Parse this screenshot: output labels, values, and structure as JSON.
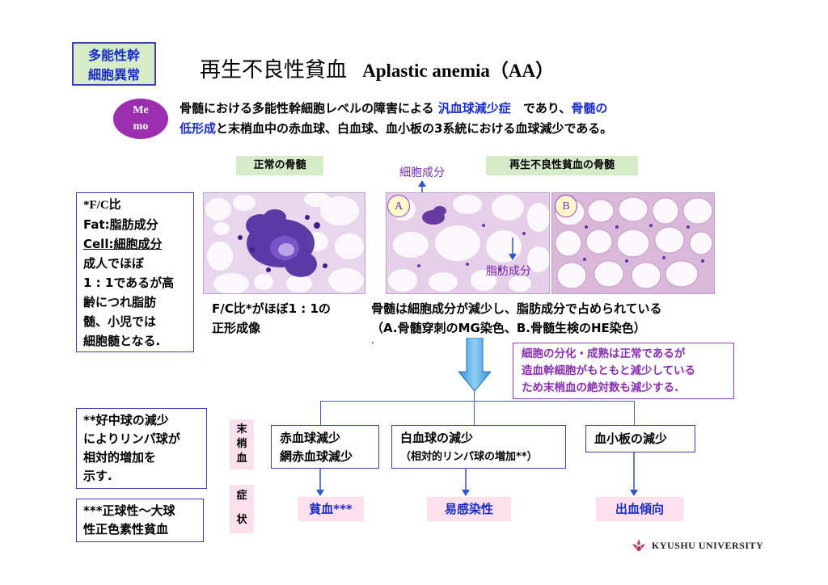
{
  "corner_tag": {
    "line1": "多能性幹",
    "line2": "細胞異常"
  },
  "title": {
    "jp": "再生不良性貧血",
    "en": "Aplastic anemia（AA）"
  },
  "memo": {
    "line1": "Me",
    "line2": "mo"
  },
  "intro": {
    "p1": "骨髄における多能性幹細胞レベルの障害による",
    "h1": "汎血球減少症",
    "p2": "であり、",
    "h2": "骨髄の",
    "h3": "低形成",
    "p3": "と末梢血中の赤血球、白血球、血小板の3系統における血球減少である。"
  },
  "labels": {
    "normal": "正常の骨髄",
    "aa": "再生不良性貧血の骨髄",
    "cell_comp": "細胞成分",
    "fat_comp": "脂肪成分",
    "a": "A",
    "b": "B"
  },
  "note_fc": {
    "l1": "*F/C比",
    "l2": "Fat:脂肪成分",
    "l3": "Cell:細胞成分",
    "l4": "成人でほぼ",
    "l5": "1 : 1であるが高",
    "l6": "齢につれ脂肪",
    "l7": "髄、小児では",
    "l8": "細胞髄となる."
  },
  "caption_normal": {
    "l1": "F/C比*がほぼ1 : 1の",
    "l2": "正形成像"
  },
  "caption_aa": {
    "l1": "骨髄は細胞成分が減少し、脂肪成分で占められている",
    "l2": "（A.骨髄穿刺のMG染色、B.骨髄生検のHE染色）",
    "dot": "."
  },
  "callout": {
    "l1": "細胞の分化・成熟は正常であるが",
    "l2": "造血幹細胞がもともと減少している",
    "l3": "ため末梢血の絶対数も減少する."
  },
  "note_neut": {
    "l1": "**好中球の減少",
    "l2": "によりリンパ球が",
    "l3": "相対的増加を",
    "l4": "示す."
  },
  "note_anemia": {
    "l1": "***正球性～大球",
    "l2": "性正色素性貧血"
  },
  "side_tags": {
    "peripheral": "末\n梢\n血",
    "symptom": "症\n\n状"
  },
  "boxes": {
    "rbc1": "赤血球減少",
    "rbc2": "網赤血球減少",
    "wbc1": "白血球の減少",
    "wbc2": "（相対的リンパ球の増加**）",
    "plt": "血小板の減少"
  },
  "symptoms": {
    "anemia": "貧血***",
    "infection": "易感染性",
    "bleeding": "出血傾向"
  },
  "logo": {
    "text": "KYUSHU UNIVERSITY"
  },
  "colors": {
    "purple": "#8a2fb0",
    "blue_arrow": "#2f6fd0",
    "pink": "#fde0ec",
    "green": "#d6ecc9",
    "navy": "#3b3fb0"
  }
}
